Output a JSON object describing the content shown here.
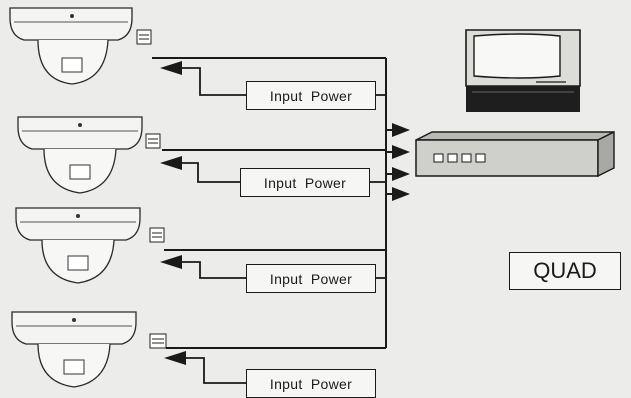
{
  "diagram": {
    "power_labels": [
      "Input  Power",
      "Input  Power",
      "Input  Power",
      "Input  Power"
    ],
    "device_label": "QUAD",
    "camera_count": 4
  },
  "colors": {
    "background": "#ececea",
    "ink": "#1a1a1a",
    "device_body": "#cfcfcb",
    "monitor_body": "#dcdcd8"
  }
}
